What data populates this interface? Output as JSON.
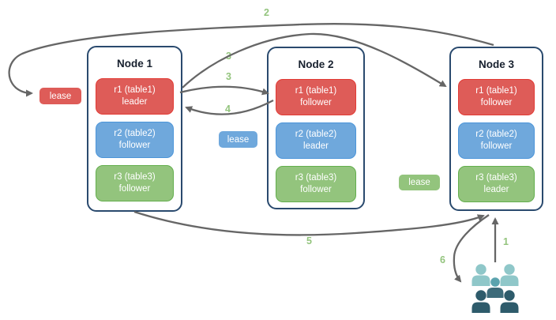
{
  "diagram": {
    "nodes": [
      {
        "title": "Node 1",
        "replicas": [
          {
            "name": "r1 (table1)",
            "role": "leader",
            "color": "red"
          },
          {
            "name": "r2 (table2)",
            "role": "follower",
            "color": "blue"
          },
          {
            "name": "r3 (table3)",
            "role": "follower",
            "color": "green"
          }
        ]
      },
      {
        "title": "Node 2",
        "replicas": [
          {
            "name": "r1 (table1)",
            "role": "follower",
            "color": "red"
          },
          {
            "name": "r2 (table2)",
            "role": "leader",
            "color": "blue"
          },
          {
            "name": "r3 (table3)",
            "role": "follower",
            "color": "green"
          }
        ]
      },
      {
        "title": "Node 3",
        "replicas": [
          {
            "name": "r1 (table1)",
            "role": "follower",
            "color": "red"
          },
          {
            "name": "r2 (table2)",
            "role": "follower",
            "color": "blue"
          },
          {
            "name": "r3 (table3)",
            "role": "leader",
            "color": "green"
          }
        ]
      }
    ],
    "leases": [
      {
        "label": "lease",
        "color": "red"
      },
      {
        "label": "lease",
        "color": "blue"
      },
      {
        "label": "lease",
        "color": "green"
      }
    ],
    "step_labels": {
      "n1": "1",
      "n2": "2",
      "n3a": "3",
      "n3b": "3",
      "n4": "4",
      "n5": "5",
      "n6": "6"
    },
    "icons": {
      "users_group": "users-group-icon"
    },
    "palette": {
      "red_fill": "#DE5C58",
      "red_border": "#E23B35",
      "blue_fill": "#6FA8DC",
      "blue_border": "#4C95D9",
      "green_fill": "#93C47D",
      "green_border": "#63AE4D",
      "node_border": "#2A4A6E",
      "arrow": "#666666",
      "step_label": "#93C47D",
      "users_light": "#8FC7C9",
      "users_mid_head": "#5BA3AE",
      "users_mid_body": "#3D6B7A",
      "users_dark": "#2E5B6B"
    }
  }
}
